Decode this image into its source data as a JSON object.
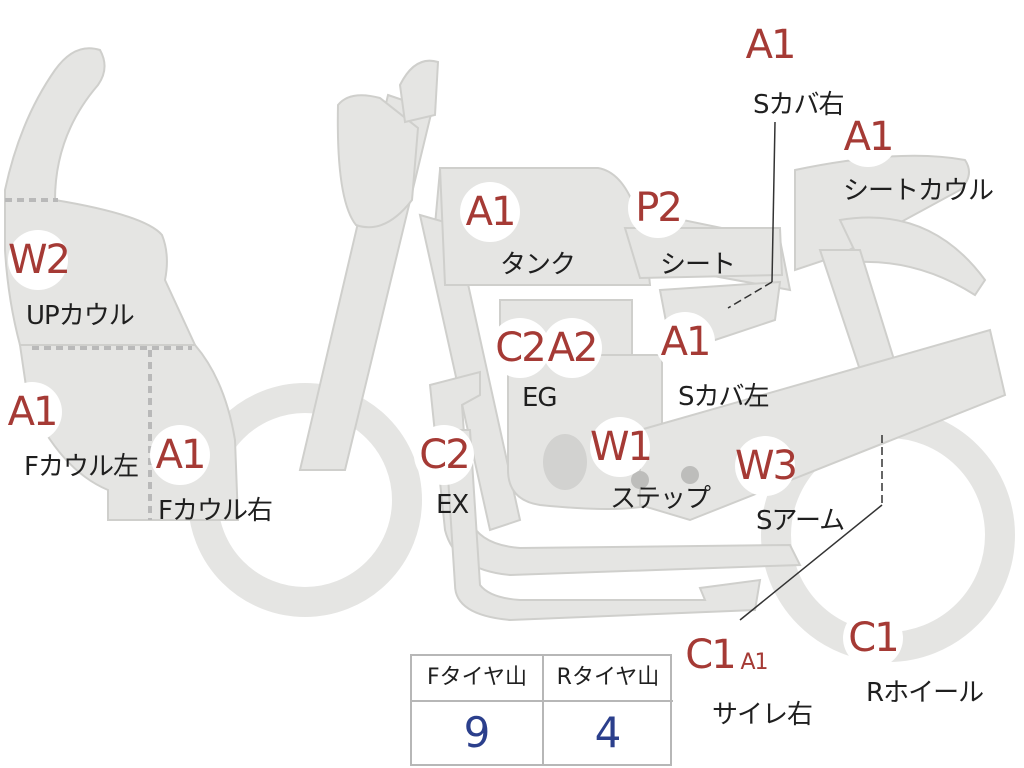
{
  "colors": {
    "part_fill": "#e5e5e3",
    "part_stroke": "#cfcfcc",
    "badge_text": "#a53a35",
    "label_text": "#1f1f1f",
    "tire_value_text": "#2b3f8c",
    "table_border": "#b7b7b7"
  },
  "parts": [
    {
      "id": "s-cover-right",
      "grade": "A1",
      "label": "Sカバ右"
    },
    {
      "id": "seat-cowl",
      "grade": "A1",
      "label": "シートカウル"
    },
    {
      "id": "tank",
      "grade": "A1",
      "label": "タンク"
    },
    {
      "id": "seat",
      "grade": "P2",
      "label": "シート"
    },
    {
      "id": "up-cowl",
      "grade": "W2",
      "label": "UPカウル"
    },
    {
      "id": "engine",
      "grades": [
        "C2",
        "A2"
      ],
      "label": "EG"
    },
    {
      "id": "s-cover-left",
      "grade": "A1",
      "label": "Sカバ左"
    },
    {
      "id": "f-cowl-left",
      "grade": "A1",
      "label": "Fカウル左"
    },
    {
      "id": "f-cowl-right",
      "grade": "A1",
      "label": "Fカウル右"
    },
    {
      "id": "exhaust",
      "grade": "C2",
      "label": "EX"
    },
    {
      "id": "step",
      "grade": "W1",
      "label": "ステップ"
    },
    {
      "id": "swing-arm",
      "grade": "W3",
      "label": "Sアーム"
    },
    {
      "id": "silencer-right",
      "grades": [
        "C1",
        "A1"
      ],
      "label": "サイレ右"
    },
    {
      "id": "rear-wheel",
      "grade": "C1",
      "label": "Rホイール"
    }
  ],
  "tire_table": {
    "front_header": "Fタイヤ山",
    "rear_header": "Rタイヤ山",
    "front_value": "9",
    "rear_value": "4"
  }
}
